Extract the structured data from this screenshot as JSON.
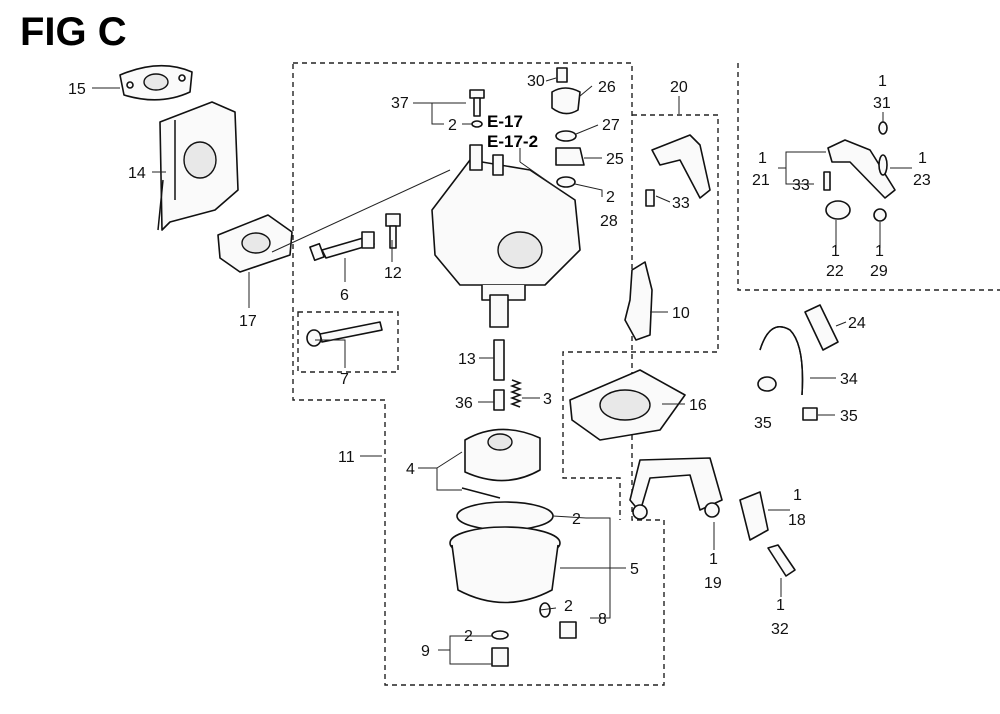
{
  "figure_title": "FIG C",
  "references": [
    "E-17",
    "E-17-2"
  ],
  "labels": [
    {
      "id": "l15",
      "text": "15"
    },
    {
      "id": "l14",
      "text": "14"
    },
    {
      "id": "l17",
      "text": "17"
    },
    {
      "id": "l37",
      "text": "37"
    },
    {
      "id": "l37-2",
      "text": "2"
    },
    {
      "id": "l6",
      "text": "6"
    },
    {
      "id": "l12",
      "text": "12"
    },
    {
      "id": "l7",
      "text": "7"
    },
    {
      "id": "l30",
      "text": "30"
    },
    {
      "id": "l26",
      "text": "26"
    },
    {
      "id": "l27",
      "text": "27"
    },
    {
      "id": "l25",
      "text": "25"
    },
    {
      "id": "l2a",
      "text": "2"
    },
    {
      "id": "l28",
      "text": "28"
    },
    {
      "id": "l20",
      "text": "20"
    },
    {
      "id": "l33a",
      "text": "33"
    },
    {
      "id": "l10",
      "text": "10"
    },
    {
      "id": "l13",
      "text": "13"
    },
    {
      "id": "l36",
      "text": "36"
    },
    {
      "id": "l3",
      "text": "3"
    },
    {
      "id": "l11",
      "text": "11"
    },
    {
      "id": "l4",
      "text": "4"
    },
    {
      "id": "l16",
      "text": "16"
    },
    {
      "id": "l2b",
      "text": "2"
    },
    {
      "id": "l5",
      "text": "5"
    },
    {
      "id": "l2c",
      "text": "2"
    },
    {
      "id": "l8",
      "text": "8"
    },
    {
      "id": "l2d",
      "text": "2"
    },
    {
      "id": "l9",
      "text": "9"
    },
    {
      "id": "l1-19",
      "text": "1"
    },
    {
      "id": "l19",
      "text": "19"
    },
    {
      "id": "l1-18",
      "text": "1"
    },
    {
      "id": "l18",
      "text": "18"
    },
    {
      "id": "l1-32",
      "text": "1"
    },
    {
      "id": "l32",
      "text": "32"
    },
    {
      "id": "l1-31",
      "text": "1"
    },
    {
      "id": "l31",
      "text": "31"
    },
    {
      "id": "l1-21",
      "text": "1"
    },
    {
      "id": "l21",
      "text": "21"
    },
    {
      "id": "l33b",
      "text": "33"
    },
    {
      "id": "l1-23",
      "text": "1"
    },
    {
      "id": "l23",
      "text": "23"
    },
    {
      "id": "l1-22",
      "text": "1"
    },
    {
      "id": "l22",
      "text": "22"
    },
    {
      "id": "l1-29",
      "text": "1"
    },
    {
      "id": "l29",
      "text": "29"
    },
    {
      "id": "l24",
      "text": "24"
    },
    {
      "id": "l34",
      "text": "34"
    },
    {
      "id": "l35a",
      "text": "35"
    },
    {
      "id": "l35b",
      "text": "35"
    }
  ]
}
